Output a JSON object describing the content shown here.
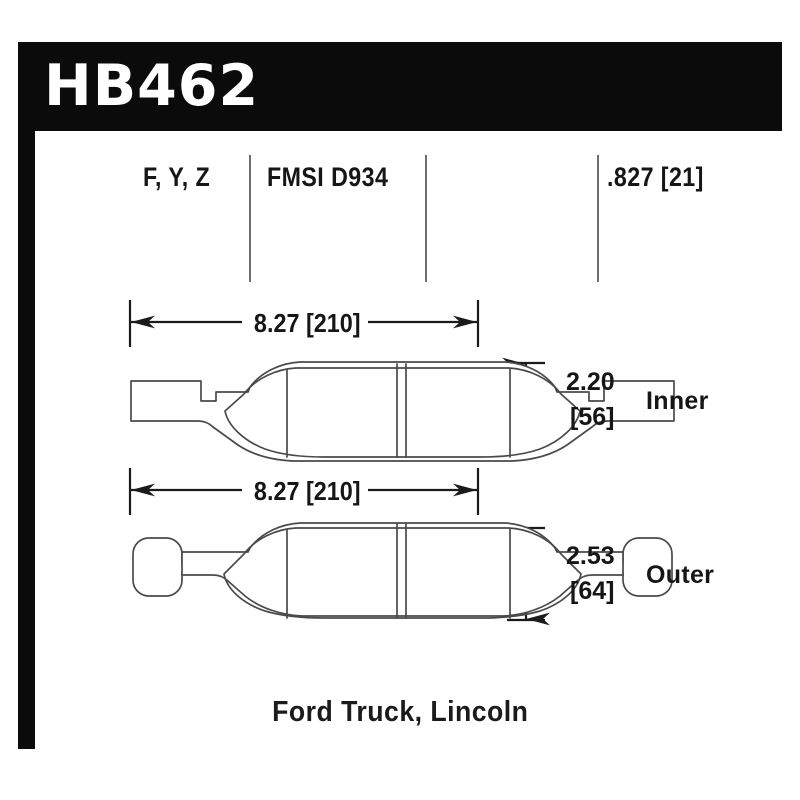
{
  "header": {
    "part_number": "HB462"
  },
  "spec_row": {
    "compounds": "F, Y, Z",
    "fmsi": "FMSI D934",
    "blank": "",
    "thickness": ".827 [21]"
  },
  "diagram": {
    "inner": {
      "width_label": "8.27 [210]",
      "height_in": "2.20",
      "height_mm": "[56]",
      "side_label": "Inner"
    },
    "outer": {
      "width_label": "8.27 [210]",
      "height_in": "2.53",
      "height_mm": "[64]",
      "side_label": "Outer"
    }
  },
  "caption": {
    "vehicle": "Ford Truck, Lincoln"
  },
  "colors": {
    "frame": "#0b0b0b",
    "background": "#ffffff",
    "text": "#161616",
    "divider": "#6f6f6f",
    "outline": "#3f3f3f"
  }
}
